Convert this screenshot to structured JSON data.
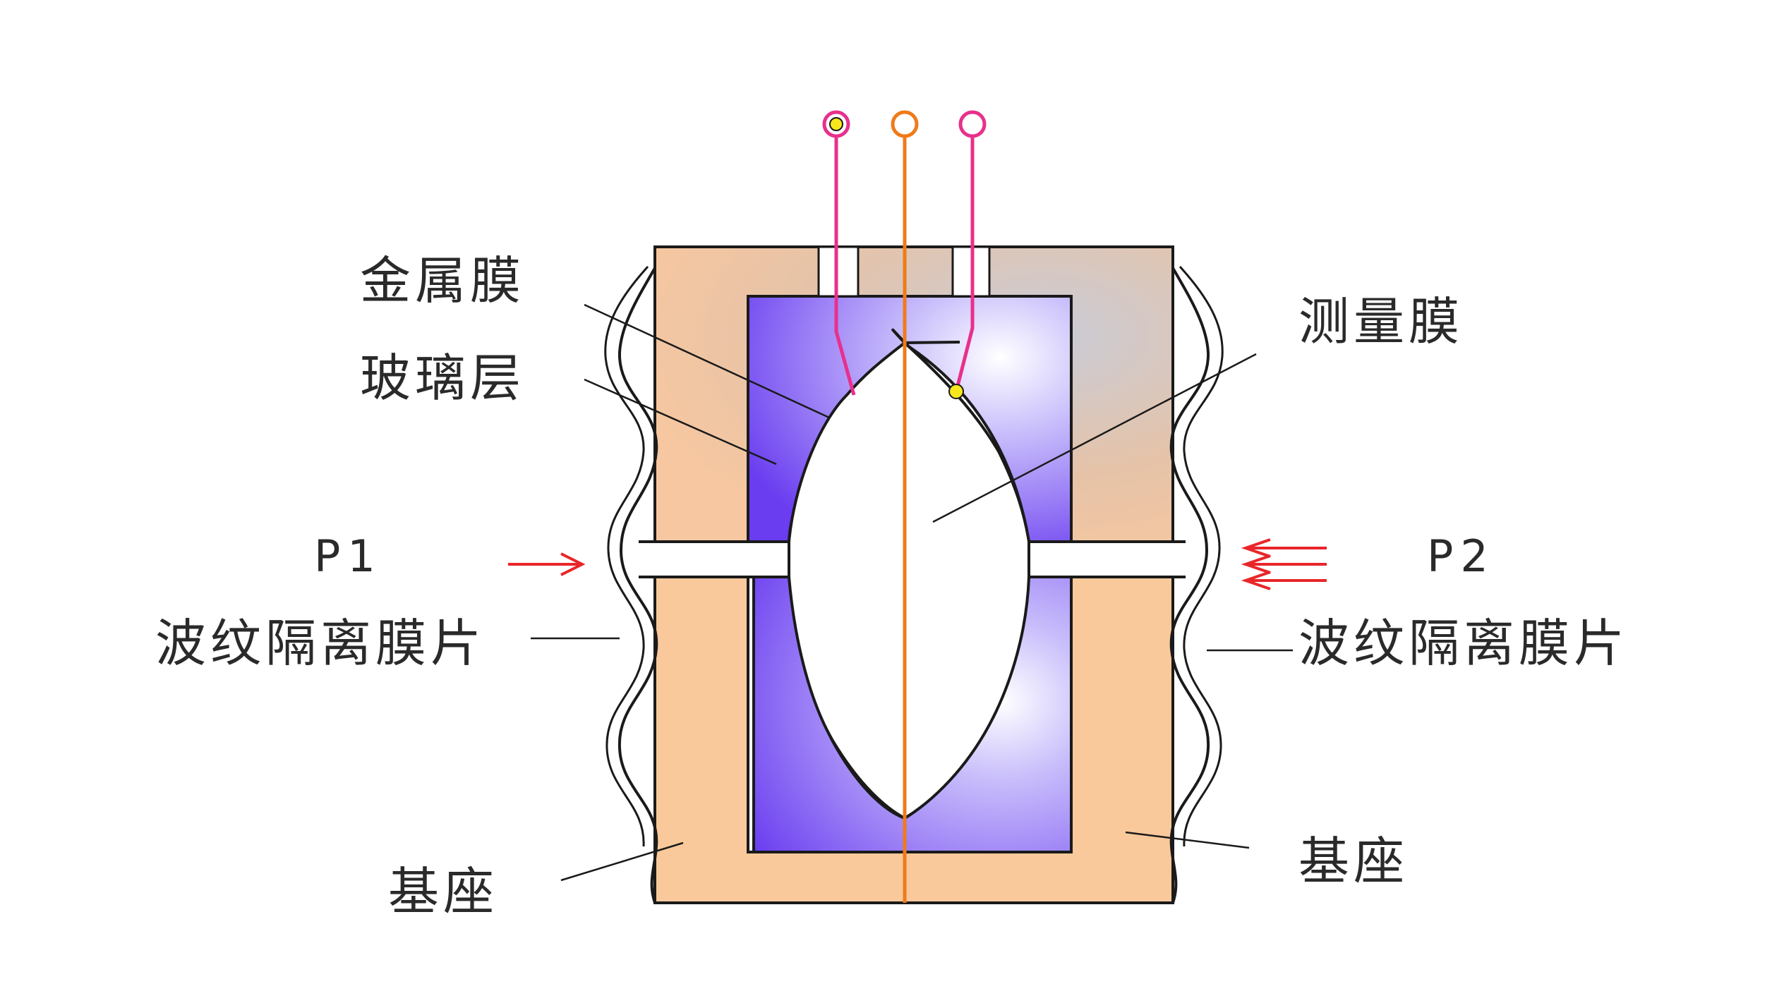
{
  "labels": {
    "metal_film": "金属膜",
    "glass_layer": "玻璃层",
    "measuring_film": "测量膜",
    "p1": "P1",
    "p2": "P2",
    "diaphragm_left": "波纹隔离膜片",
    "diaphragm_right": "波纹隔离膜片",
    "base_left": "基座",
    "base_right": "基座"
  },
  "colors": {
    "base_fill": "#f9c99c",
    "glass_fill": "#7b55f2",
    "magenta_wire": "#e8308c",
    "orange_wire": "#f07a1a",
    "pressure_arrow": "#e8262a",
    "contact_dot": "#f6e81c",
    "outline": "#1a1a1a"
  },
  "icons": {
    "terminals": [
      "terminal-circle",
      "terminal-circle",
      "terminal-circle"
    ],
    "pressure_arrows": [
      "arrow-right",
      "triple-arrow-left"
    ]
  }
}
